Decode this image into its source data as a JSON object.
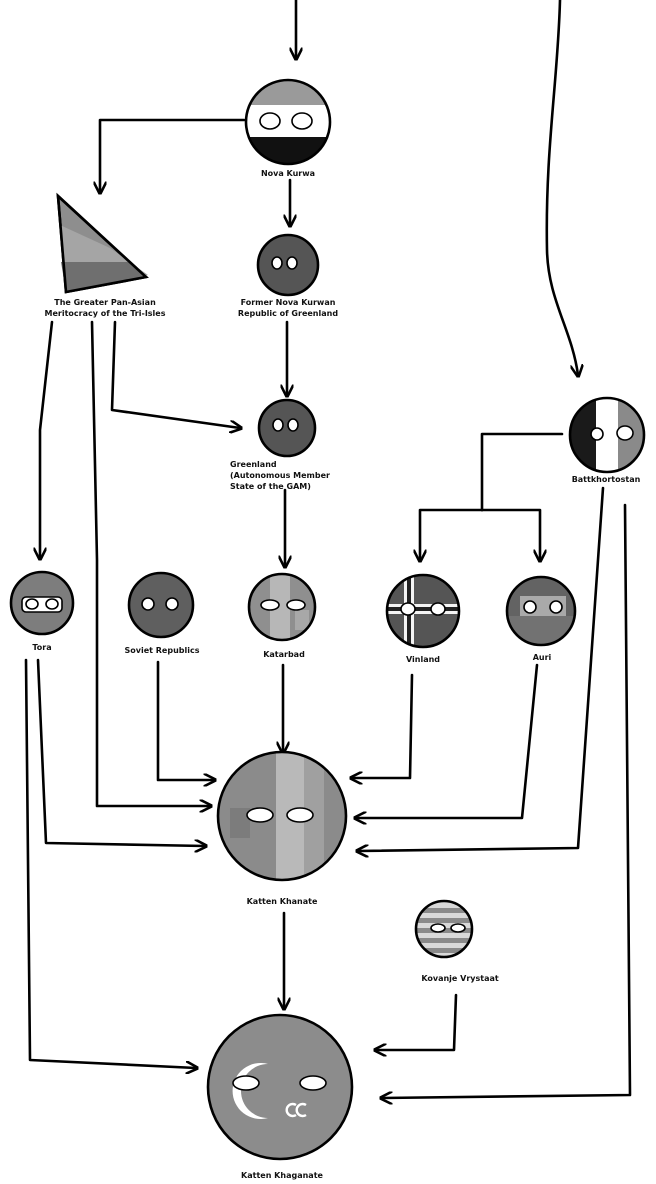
{
  "colors": {
    "background": "#ffffff",
    "ink": "#000000",
    "ball_grey": "#7a7a7a",
    "ball_dark": "#4d4d4d",
    "ball_light": "#b3b3b3"
  },
  "nodes": {
    "nova_kurwa": {
      "label_lines": [
        "Nova Kurwa"
      ]
    },
    "pan_asian": {
      "label_lines": [
        "The Greater Pan-Asian",
        "Meritocracy of the Tri-Isles"
      ]
    },
    "former_nova_kurwan": {
      "label_lines": [
        "Former Nova Kurwan",
        "Republic of Greenland"
      ]
    },
    "greenland": {
      "label_lines": [
        "Greenland",
        "(Autonomous Member",
        "State of the GAM)"
      ]
    },
    "battkhortostan": {
      "label_lines": [
        "Battkhortostan"
      ]
    },
    "tora": {
      "label_lines": [
        "Tora"
      ]
    },
    "soviet_republics": {
      "label_lines": [
        "Soviet Republics"
      ]
    },
    "katarbad": {
      "label_lines": [
        "Katarbad"
      ]
    },
    "vinland": {
      "label_lines": [
        "Vinland"
      ]
    },
    "auri": {
      "label_lines": [
        "Auri"
      ]
    },
    "katten_khanate": {
      "label_lines": [
        "Katten Khanate"
      ]
    },
    "kovanje_vrystaat": {
      "label_lines": [
        "Kovanje Vrystaat"
      ]
    },
    "katten_khaganate": {
      "label_lines": [
        "Katten Khaganate"
      ]
    }
  }
}
